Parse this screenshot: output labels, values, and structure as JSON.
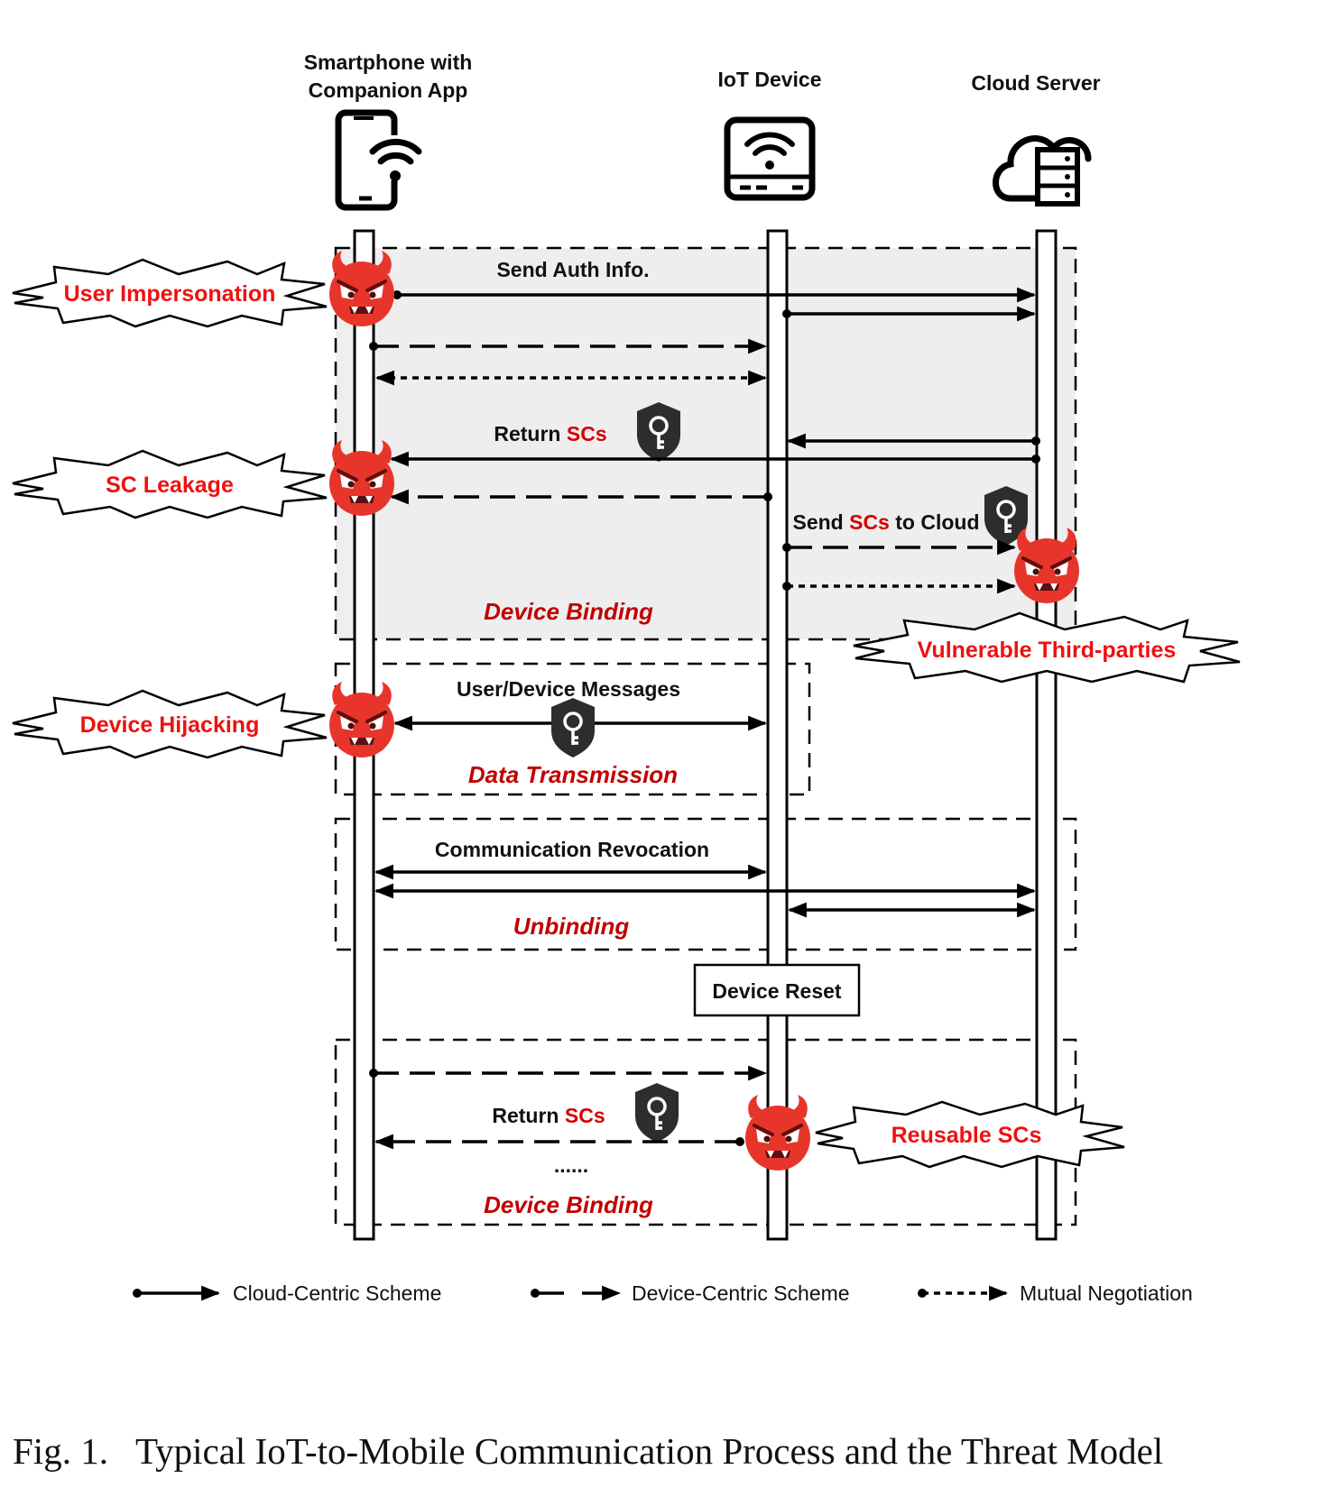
{
  "entities": {
    "smartphone": [
      "Smartphone with",
      "Companion App"
    ],
    "iot": "IoT Device",
    "cloud": "Cloud Server"
  },
  "messages": {
    "send_auth": "Send Auth Info.",
    "return_prefix": "Return ",
    "scs": "SCs",
    "send_prefix": "Send ",
    "to_cloud": " to Cloud",
    "user_device_messages": "User/Device Messages",
    "comm_revocation": "Communication Revocation",
    "device_reset": "Device Reset",
    "ellipsis": "......"
  },
  "phases": {
    "binding": "Device Binding",
    "data": "Data Transmission",
    "unbinding": "Unbinding",
    "rebinding": "Device Binding"
  },
  "threats": {
    "user_impersonation": "User Impersonation",
    "sc_leakage": "SC Leakage",
    "device_hijacking": "Device Hijacking",
    "vulnerable_third_parties": "Vulnerable Third-parties",
    "reusable_scs": "Reusable SCs"
  },
  "legend": {
    "cloud_centric": "Cloud-Centric Scheme",
    "device_centric": "Device-Centric Scheme",
    "mutual": "Mutual Negotiation"
  },
  "caption": {
    "label": "Fig. 1.",
    "text": "Typical IoT-to-Mobile Communication Process and the Threat Model"
  },
  "colors": {
    "threat_red": "#ee1111",
    "phase_red": "#c00000",
    "devil_red": "#e8352b",
    "binding_fill": "#eeeeee"
  }
}
